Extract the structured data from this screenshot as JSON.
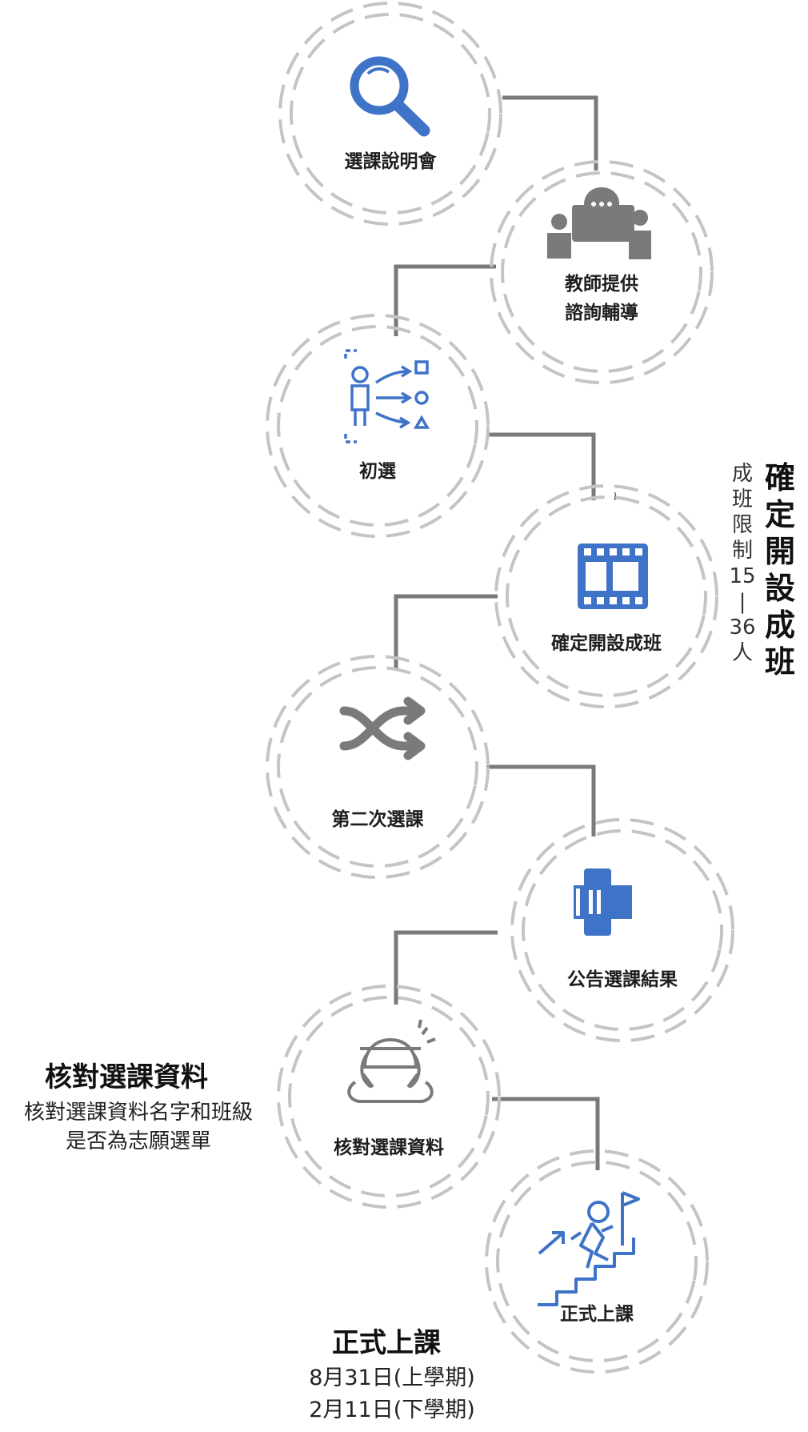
{
  "colors": {
    "ring": "#bdbdbd",
    "connector": "#777777",
    "blue": "#3f73c8",
    "gray_icon": "#7a7a7a"
  },
  "steps": [
    {
      "label": "選課說明會",
      "icon": "magnifier-icon"
    },
    {
      "label_line1": "教師提供",
      "label_line2": "諮詢輔導",
      "icon": "consultation-icon"
    },
    {
      "label": "初選",
      "icon": "selection-paths-icon"
    },
    {
      "label": "確定開設成班",
      "icon": "film-strip-icon"
    },
    {
      "label": "第二次選課",
      "icon": "shuffle-icon"
    },
    {
      "label": "公告選課結果",
      "icon": "announcement-icon"
    },
    {
      "label": "核對選課資料",
      "icon": "checking-person-icon"
    },
    {
      "label": "正式上課",
      "icon": "climbing-stairs-flag-icon"
    }
  ],
  "side_note_class": {
    "title_chars": [
      "確",
      "定",
      "開",
      "設",
      "成",
      "班"
    ],
    "detail_chars": [
      "成",
      "班",
      "限",
      "制",
      "15",
      "|",
      "36",
      "人"
    ]
  },
  "side_note_check": {
    "title": "核對選課資料",
    "line1": "核對選課資料名字和班級",
    "line2": "是否為志願選單"
  },
  "side_note_start": {
    "title": "正式上課",
    "line1": "8月31日(上學期)",
    "line2": "2月11日(下學期)"
  },
  "stray_mark": "≀"
}
